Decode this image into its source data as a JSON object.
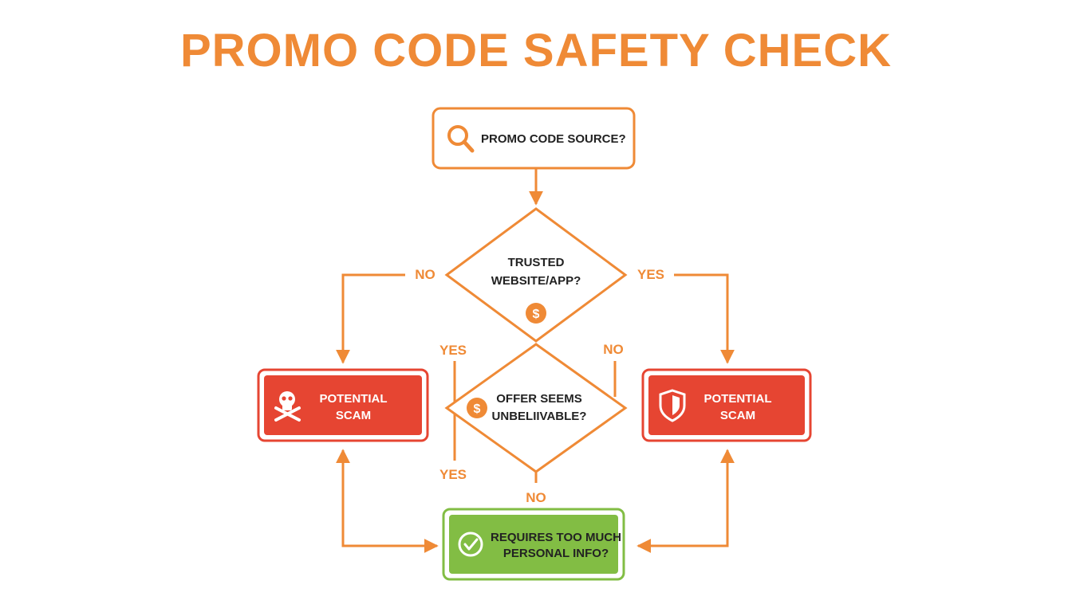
{
  "title": "PROMO CODE SAFETY CHECK",
  "colors": {
    "title": "#ef8a36",
    "line": "#ef8a36",
    "danger_fill": "#e64532",
    "danger_border": "#e64532",
    "success_fill": "#82bd44",
    "success_border": "#82bd44",
    "node_text": "#222222",
    "danger_text": "#ffffff"
  },
  "nodes": {
    "start": {
      "label": "PROMO CODE SOURCE?",
      "icon": "search-icon"
    },
    "trusted": {
      "line1": "TRUSTED",
      "line2": "WEBSITE/APP?",
      "icon": "dollar-coin-icon"
    },
    "offer": {
      "line1": "OFFER SEEMS",
      "line2": "UNBELIIVABLE?",
      "icon": "dollar-coin-icon"
    },
    "scam_left": {
      "line1": "POTENTIAL",
      "line2": "SCAM",
      "icon": "skull-crossbones-icon"
    },
    "scam_right": {
      "line1": "POTENTIAL",
      "line2": "SCAM",
      "icon": "shield-icon"
    },
    "personal": {
      "line1": "REQUIRES TOO MUCH",
      "line2": "PERSONAL INFO?",
      "icon": "check-circle-icon"
    }
  },
  "edge_labels": {
    "trusted_no": "NO",
    "trusted_yes": "YES",
    "offer_yes_top": "YES",
    "offer_no_top": "NO",
    "offer_yes_bottom": "YES",
    "offer_no_bottom": "NO"
  }
}
